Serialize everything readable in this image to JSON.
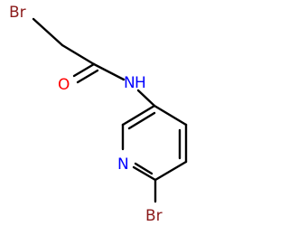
{
  "molecule": {
    "atoms": {
      "br_top": {
        "label": "Br"
      },
      "oxygen": {
        "label": "O"
      },
      "nitrogen_amide": {
        "label": "N"
      },
      "hydrogen_amide": {
        "label": "H"
      },
      "nitrogen_ring": {
        "label": "N"
      },
      "br_bottom": {
        "label": "Br"
      }
    },
    "colors": {
      "bromine": "#8B1A1A",
      "oxygen": "#FF0000",
      "nitrogen": "#0000FF",
      "bond": "#000000",
      "background": "#FFFFFF"
    }
  }
}
